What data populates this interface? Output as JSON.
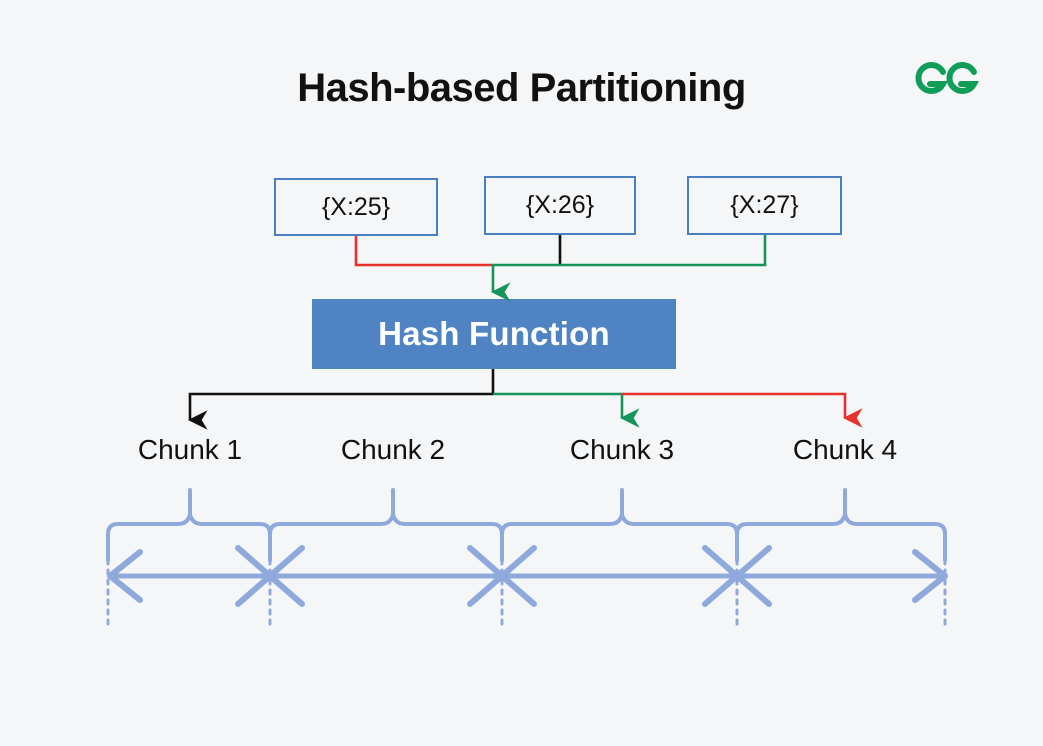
{
  "page": {
    "title": "Hash-based Partitioning",
    "background_color": "#f4f6f8"
  },
  "brand": {
    "name": "geeksforgeeks-logo",
    "color": "#0f9d58"
  },
  "colors": {
    "box_border": "#4a7fc1",
    "box_fill": "#f4f6f8",
    "hash_box_fill": "#4f83c4",
    "hash_box_text": "#ffffff",
    "text": "#111111",
    "axis_blue": "#8fa9dd",
    "flow_red": "#e8312a",
    "flow_green": "#17935c",
    "flow_black": "#111111"
  },
  "records": {
    "label": "input-records",
    "items": [
      {
        "text": "{X:25}",
        "flow_color": "#e8312a"
      },
      {
        "text": "{X:26}",
        "flow_color": "#111111"
      },
      {
        "text": "{X:27}",
        "flow_color": "#17935c"
      }
    ]
  },
  "hash_function": {
    "label": "Hash Function"
  },
  "chunks": {
    "label": "output-chunks",
    "items": [
      {
        "text": "Chunk 1",
        "arrow_color": "#111111",
        "has_arrow": true
      },
      {
        "text": "Chunk 2",
        "arrow_color": "",
        "has_arrow": false
      },
      {
        "text": "Chunk 3",
        "arrow_color": "#17935c",
        "has_arrow": true
      },
      {
        "text": "Chunk 4",
        "arrow_color": "#e8312a",
        "has_arrow": true
      }
    ]
  },
  "axis": {
    "label": "partition-range-axis",
    "segments": 4,
    "divider_count": 3,
    "left_arrow": true,
    "right_arrow": true
  }
}
